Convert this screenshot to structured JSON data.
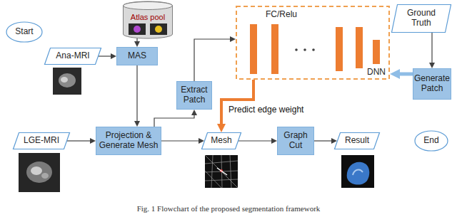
{
  "diagram": {
    "caption": "Fig. 1 Flowchart of the proposed segmentation framework",
    "nodes": [
      {
        "text": [
          "Start"
        ]
      },
      {
        "text": [
          "Atlas pool"
        ]
      },
      {
        "text": [
          "FC/Relu",
          "DNN"
        ]
      },
      {
        "text": [
          "Ground Truth"
        ]
      },
      {
        "text": [
          "Ana-MRI"
        ]
      },
      {
        "text": [
          "MAS"
        ]
      },
      {
        "text": [
          "Extract Patch"
        ]
      },
      {
        "text": [
          "Generate Patch"
        ]
      },
      {
        "text": [
          "LGE-MRI"
        ]
      },
      {
        "text": [
          "Projection & Generate Mesh"
        ]
      },
      {
        "text": [
          "Mesh"
        ]
      },
      {
        "text": [
          "Graph Cut"
        ]
      },
      {
        "text": [
          "Result"
        ]
      },
      {
        "text": [
          "End"
        ]
      }
    ],
    "edges": [
      {
        "from": 1,
        "to": 5,
        "arrow": "to"
      },
      {
        "from": 4,
        "to": 5,
        "arrow": "to"
      },
      {
        "from": 5,
        "to": 9,
        "arrow": "to"
      },
      {
        "from": 8,
        "to": 9,
        "arrow": "to"
      },
      {
        "from": 9,
        "to": 10,
        "arrow": "to"
      },
      {
        "from": 9,
        "to": 6,
        "arrow": "to"
      },
      {
        "from": 6,
        "to": 2,
        "arrow": "to"
      },
      {
        "from": 3,
        "to": 7,
        "arrow": "to"
      },
      {
        "from": 7,
        "to": 2,
        "arrow": "to"
      },
      {
        "from": 2,
        "to": 10,
        "label": "Predict edge weight",
        "arrow": "to"
      },
      {
        "from": 10,
        "to": 11,
        "arrow": "to"
      },
      {
        "from": 11,
        "to": 12,
        "arrow": "to"
      }
    ]
  }
}
